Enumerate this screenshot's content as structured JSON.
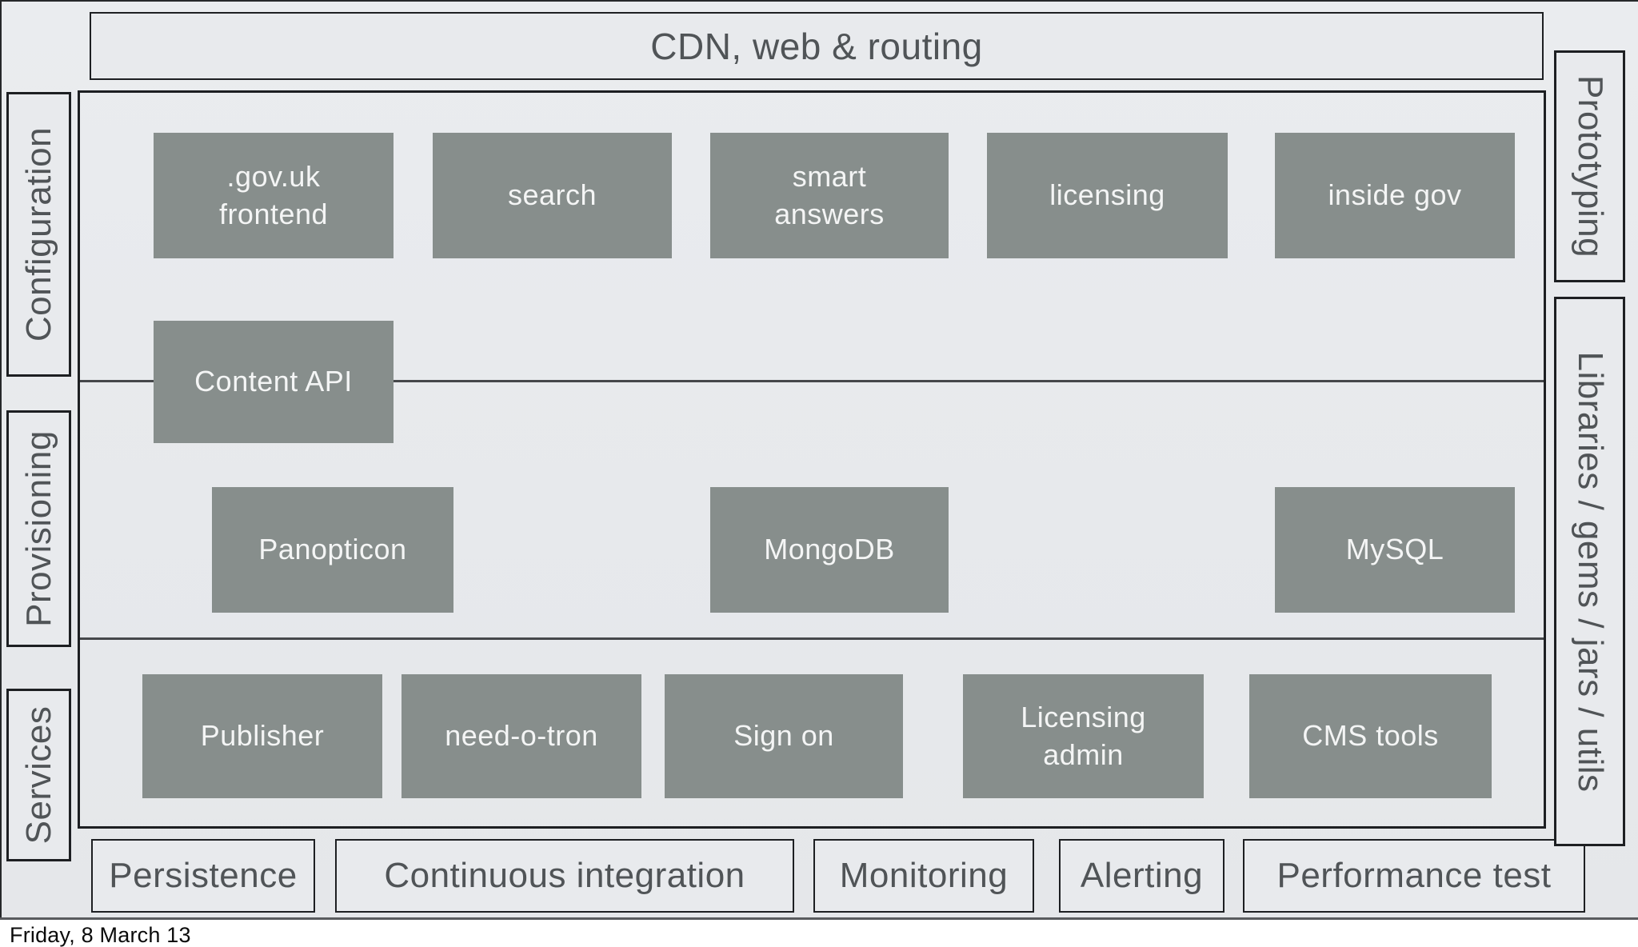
{
  "title": {
    "label": "CDN, web & routing"
  },
  "side_labels": {
    "left": [
      {
        "label": "Configuration"
      },
      {
        "label": "Provisioning"
      },
      {
        "label": "Services"
      }
    ],
    "right": [
      {
        "label": "Prototyping"
      },
      {
        "label": "Libraries / gems / jars / utils"
      }
    ]
  },
  "components": {
    "frontend_row": [
      {
        "label": ".gov.uk frontend"
      },
      {
        "label": "search"
      },
      {
        "label": "smart answers"
      },
      {
        "label": "licensing"
      },
      {
        "label": "inside gov"
      }
    ],
    "api_row": [
      {
        "label": "Content API"
      }
    ],
    "data_row": [
      {
        "label": "Panopticon"
      },
      {
        "label": "MongoDB"
      },
      {
        "label": "MySQL"
      }
    ],
    "backend_row": [
      {
        "label": "Publisher"
      },
      {
        "label": "need-o-tron"
      },
      {
        "label": "Sign on"
      },
      {
        "label": "Licensing admin"
      },
      {
        "label": "CMS tools"
      }
    ]
  },
  "infrastructure_row": [
    {
      "label": "Persistence"
    },
    {
      "label": "Continuous integration"
    },
    {
      "label": "Monitoring"
    },
    {
      "label": "Alerting"
    },
    {
      "label": "Performance test"
    }
  ],
  "footer": {
    "label": "Friday, 8 March 13"
  },
  "colors": {
    "slide_background": "#e8eaed",
    "component_fill": "#878e8c",
    "component_text": "#f4f5f5",
    "box_outline": "#1d1f22",
    "label_text": "#505457",
    "divider_line": "#46484b",
    "footer_background": "#ffffff",
    "footer_text": "#0b0b0b"
  }
}
